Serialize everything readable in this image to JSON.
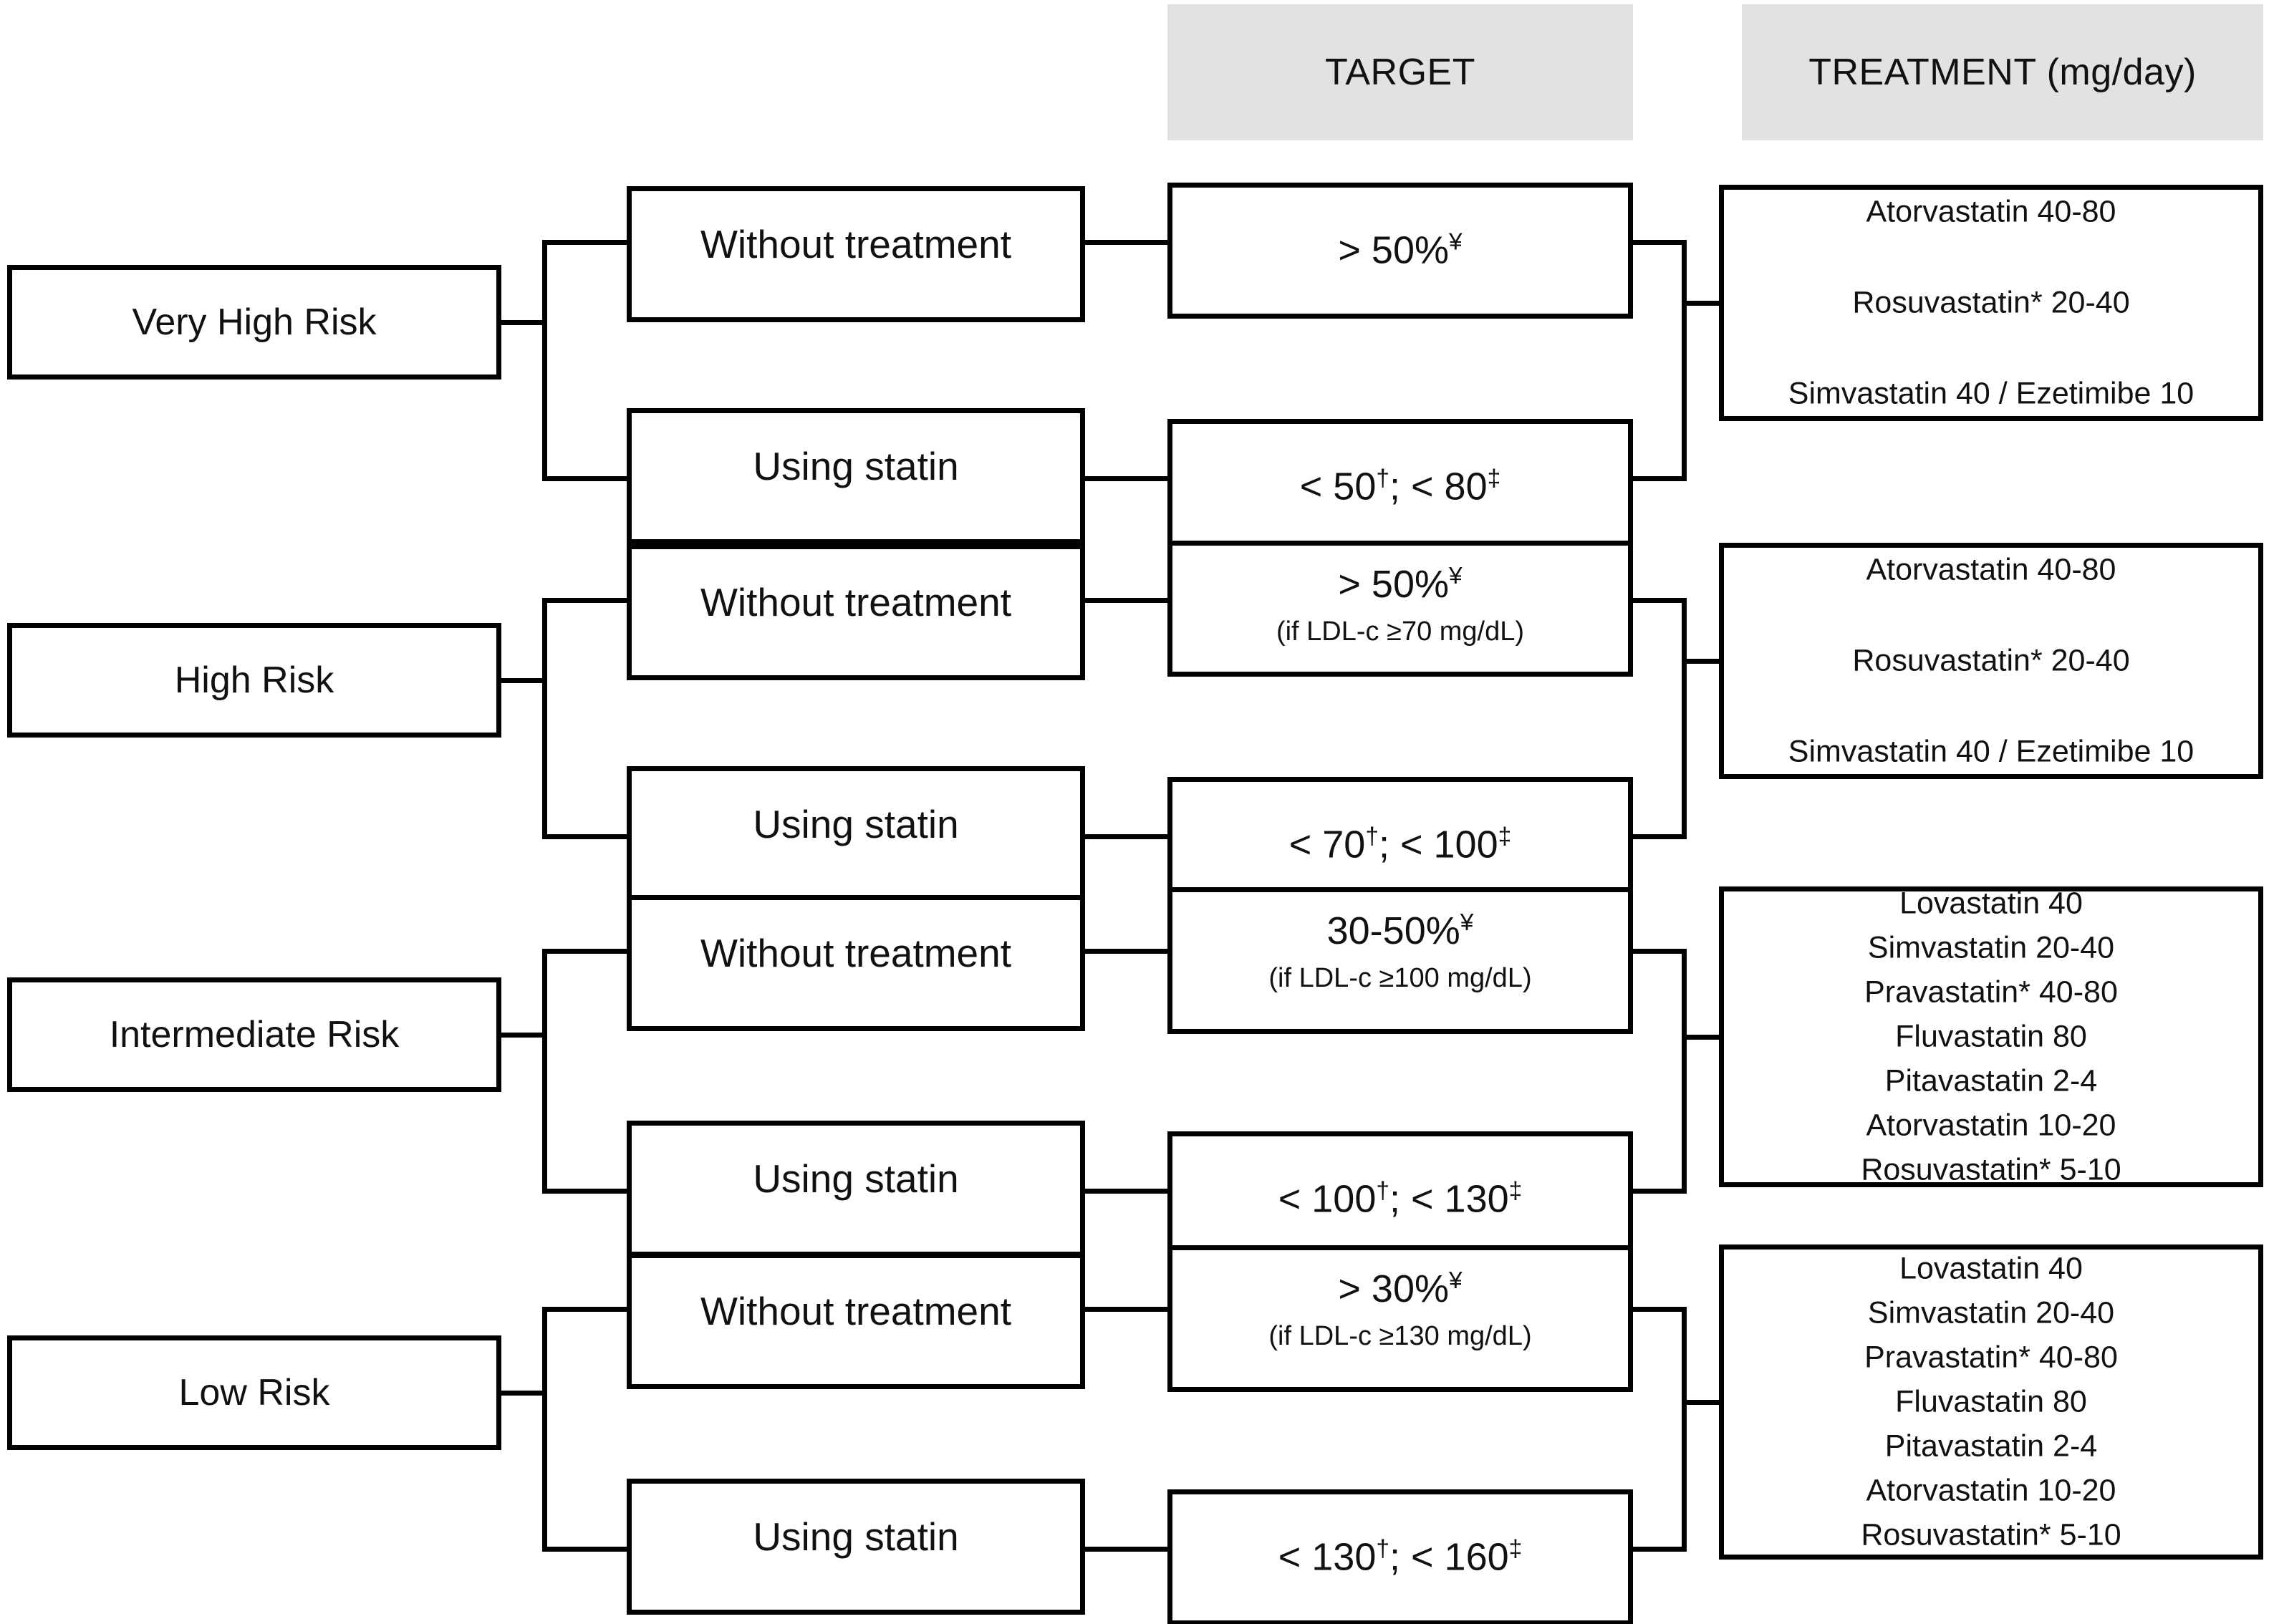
{
  "headers": {
    "target": "TARGET",
    "treatment": "TREATMENT (mg/day)"
  },
  "branch_labels": {
    "without_treatment": "Without treatment",
    "using_statin": "Using statin"
  },
  "colors": {
    "header_background": "#e2e2e2",
    "border": "#000000",
    "text": "#111111",
    "page_background": "#ffffff"
  },
  "rows": [
    {
      "risk": "Very High Risk",
      "targets": {
        "without_treatment_main": "> 50%",
        "without_treatment_sup": "¥",
        "without_treatment_sub": "",
        "using_statin_a_value": "< 50",
        "using_statin_a_sup": "†",
        "using_statin_sep": "; ",
        "using_statin_b_value": "< 80",
        "using_statin_b_sup": "‡"
      },
      "treatment": [
        "Atorvastatin 40-80",
        "Rosuvastatin* 20-40",
        "Simvastatin 40 / Ezetimibe 10"
      ],
      "treatment_spacing": "spaced"
    },
    {
      "risk": "High Risk",
      "targets": {
        "without_treatment_main": "> 50%",
        "without_treatment_sup": "¥",
        "without_treatment_sub": "(if LDL-c ≥70 mg/dL)",
        "using_statin_a_value": "< 70",
        "using_statin_a_sup": "†",
        "using_statin_sep": "; ",
        "using_statin_b_value": "< 100",
        "using_statin_b_sup": "‡"
      },
      "treatment": [
        "Atorvastatin 40-80",
        "Rosuvastatin* 20-40",
        "Simvastatin 40 / Ezetimibe 10"
      ],
      "treatment_spacing": "spaced"
    },
    {
      "risk": "Intermediate Risk",
      "targets": {
        "without_treatment_main": "30-50%",
        "without_treatment_sup": "¥",
        "without_treatment_sub": "(if LDL-c ≥100 mg/dL)",
        "using_statin_a_value": "< 100",
        "using_statin_a_sup": "†",
        "using_statin_sep": "; ",
        "using_statin_b_value": "< 130",
        "using_statin_b_sup": "‡"
      },
      "treatment": [
        "Lovastatin 40",
        "Simvastatin 20-40",
        "Pravastatin* 40-80",
        "Fluvastatin 80",
        "Pitavastatin 2-4",
        "Atorvastatin 10-20",
        "Rosuvastatin* 5-10"
      ],
      "treatment_spacing": "tight"
    },
    {
      "risk": "Low Risk",
      "targets": {
        "without_treatment_main": "> 30%",
        "without_treatment_sup": "¥",
        "without_treatment_sub": "(if LDL-c ≥130 mg/dL)",
        "using_statin_a_value": "< 130",
        "using_statin_a_sup": "†",
        "using_statin_sep": "; ",
        "using_statin_b_value": "< 160",
        "using_statin_b_sup": "‡"
      },
      "treatment": [
        "Lovastatin 40",
        "Simvastatin 20-40",
        "Pravastatin* 40-80",
        "Fluvastatin 80",
        "Pitavastatin 2-4",
        "Atorvastatin 10-20",
        "Rosuvastatin* 5-10"
      ],
      "treatment_spacing": "tight"
    }
  ]
}
